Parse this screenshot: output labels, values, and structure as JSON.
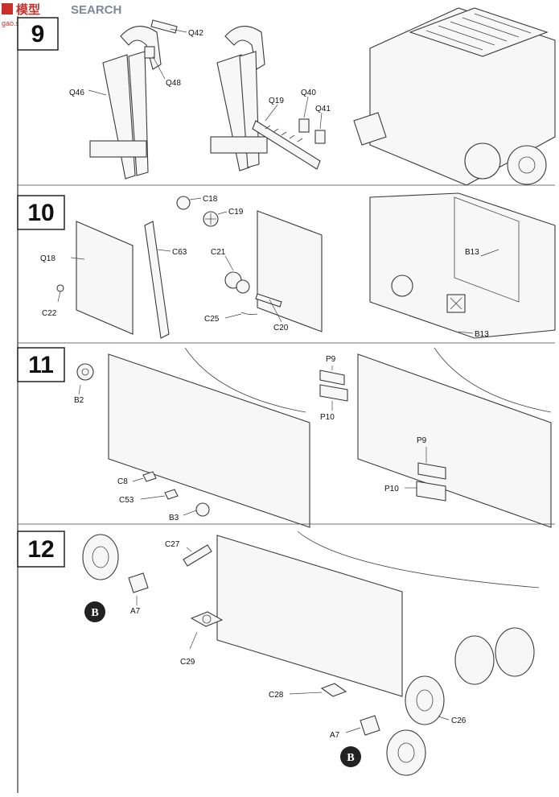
{
  "watermark": {
    "logo_text": "模型",
    "search_text": "SEARCH",
    "url_text": "gao.shang.com"
  },
  "steps": [
    {
      "number": "9",
      "labels": [
        "Q42",
        "Q46",
        "Q48",
        "Q19",
        "Q40",
        "Q41"
      ]
    },
    {
      "number": "10",
      "labels": [
        "C18",
        "C19",
        "Q18",
        "C63",
        "C21",
        "C22",
        "C25",
        "C20",
        "B13",
        "B13"
      ]
    },
    {
      "number": "11",
      "labels": [
        "B2",
        "C8",
        "C53",
        "B3",
        "P9",
        "P10",
        "P9",
        "P10"
      ]
    },
    {
      "number": "12",
      "labels": [
        "C27",
        "B",
        "A7",
        "C29",
        "C28",
        "C26",
        "A7",
        "B"
      ]
    }
  ]
}
